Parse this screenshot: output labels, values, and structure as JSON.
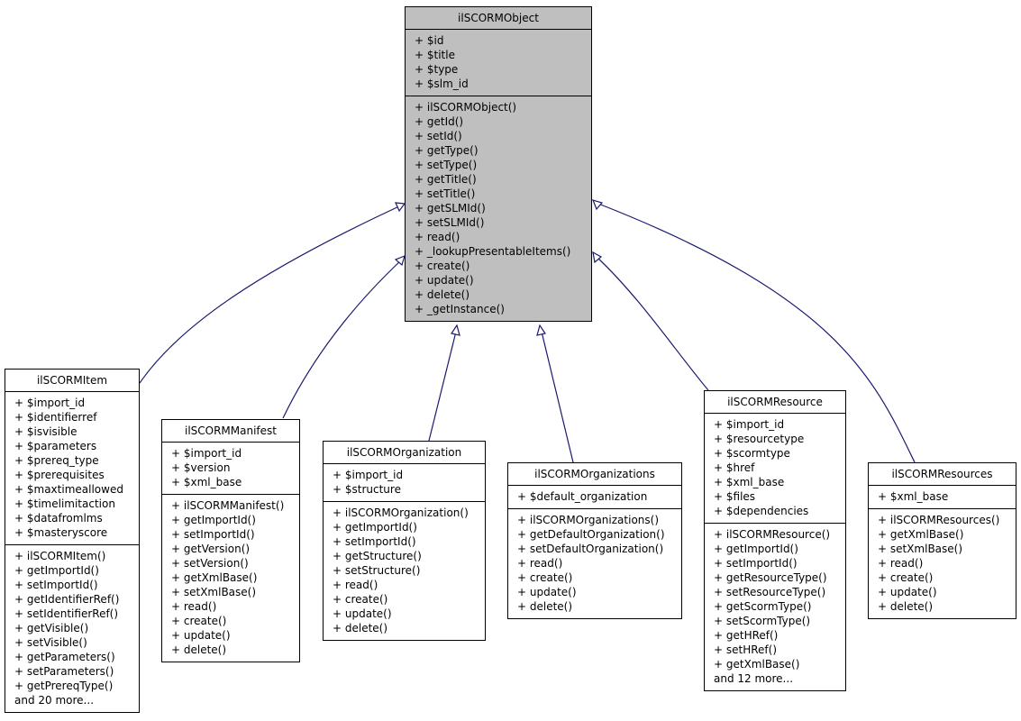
{
  "colors": {
    "edge": "#191970",
    "base_fill": "#bfbfbf",
    "node_fill": "#ffffff"
  },
  "classes": [
    {
      "name": "ilSCORMObject",
      "attributes": [
        "+ $id",
        "+ $title",
        "+ $type",
        "+ $slm_id"
      ],
      "methods": [
        "+ ilSCORMObject()",
        "+ getId()",
        "+ setId()",
        "+ getType()",
        "+ setType()",
        "+ getTitle()",
        "+ setTitle()",
        "+ getSLMId()",
        "+ setSLMId()",
        "+ read()",
        "+ _lookupPresentableItems()",
        "+ create()",
        "+ update()",
        "+ delete()",
        "+ _getInstance()"
      ]
    },
    {
      "name": "ilSCORMItem",
      "attributes": [
        "+ $import_id",
        "+ $identifierref",
        "+ $isvisible",
        "+ $parameters",
        "+ $prereq_type",
        "+ $prerequisites",
        "+ $maxtimeallowed",
        "+ $timelimitaction",
        "+ $datafromlms",
        "+ $masteryscore"
      ],
      "methods": [
        "+ ilSCORMItem()",
        "+ getImportId()",
        "+ setImportId()",
        "+ getIdentifierRef()",
        "+ setIdentifierRef()",
        "+ getVisible()",
        "+ setVisible()",
        "+ getParameters()",
        "+ setParameters()",
        "+ getPrereqType()",
        "and 20 more..."
      ]
    },
    {
      "name": "ilSCORMManifest",
      "attributes": [
        "+ $import_id",
        "+ $version",
        "+ $xml_base"
      ],
      "methods": [
        "+ ilSCORMManifest()",
        "+ getImportId()",
        "+ setImportId()",
        "+ getVersion()",
        "+ setVersion()",
        "+ getXmlBase()",
        "+ setXmlBase()",
        "+ read()",
        "+ create()",
        "+ update()",
        "+ delete()"
      ]
    },
    {
      "name": "ilSCORMOrganization",
      "attributes": [
        "+ $import_id",
        "+ $structure"
      ],
      "methods": [
        "+ ilSCORMOrganization()",
        "+ getImportId()",
        "+ setImportId()",
        "+ getStructure()",
        "+ setStructure()",
        "+ read()",
        "+ create()",
        "+ update()",
        "+ delete()"
      ]
    },
    {
      "name": "ilSCORMOrganizations",
      "attributes": [
        "+ $default_organization"
      ],
      "methods": [
        "+ ilSCORMOrganizations()",
        "+ getDefaultOrganization()",
        "+ setDefaultOrganization()",
        "+ read()",
        "+ create()",
        "+ update()",
        "+ delete()"
      ]
    },
    {
      "name": "ilSCORMResource",
      "attributes": [
        "+ $import_id",
        "+ $resourcetype",
        "+ $scormtype",
        "+ $href",
        "+ $xml_base",
        "+ $files",
        "+ $dependencies"
      ],
      "methods": [
        "+ ilSCORMResource()",
        "+ getImportId()",
        "+ setImportId()",
        "+ getResourceType()",
        "+ setResourceType()",
        "+ getScormType()",
        "+ setScormType()",
        "+ getHRef()",
        "+ setHRef()",
        "+ getXmlBase()",
        "and 12 more..."
      ]
    },
    {
      "name": "ilSCORMResources",
      "attributes": [
        "+ $xml_base"
      ],
      "methods": [
        "+ ilSCORMResources()",
        "+ getXmlBase()",
        "+ setXmlBase()",
        "+ read()",
        "+ create()",
        "+ update()",
        "+ delete()"
      ]
    }
  ]
}
